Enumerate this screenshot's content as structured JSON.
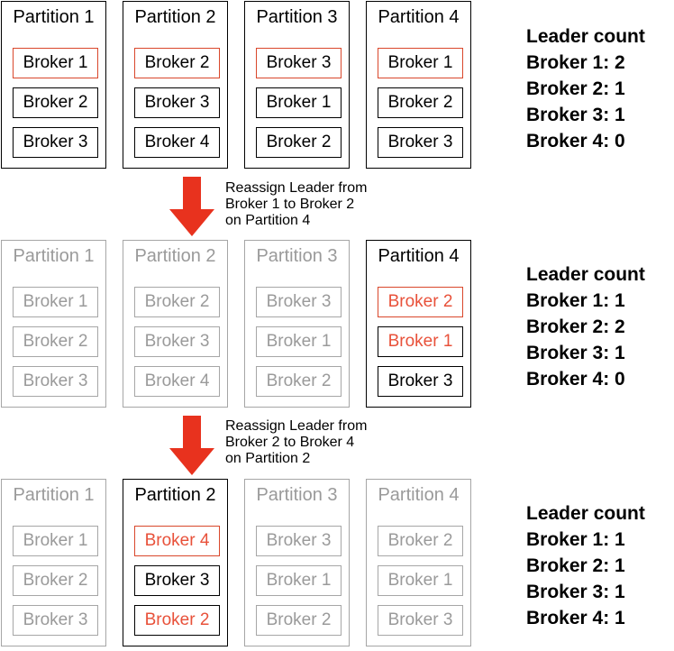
{
  "stages": [
    {
      "partitions": [
        {
          "title": "Partition 1",
          "brokers": [
            "Broker 1",
            "Broker 2",
            "Broker 3"
          ]
        },
        {
          "title": "Partition 2",
          "brokers": [
            "Broker 2",
            "Broker 3",
            "Broker 4"
          ]
        },
        {
          "title": "Partition 3",
          "brokers": [
            "Broker 3",
            "Broker 1",
            "Broker 2"
          ]
        },
        {
          "title": "Partition 4",
          "brokers": [
            "Broker 1",
            "Broker 2",
            "Broker 3"
          ]
        }
      ],
      "leader_count": {
        "heading": "Leader count",
        "lines": [
          "Broker 1: 2",
          "Broker 2: 1",
          "Broker 3: 1",
          "Broker 4: 0"
        ]
      }
    },
    {
      "partitions": [
        {
          "title": "Partition 1",
          "brokers": [
            "Broker 1",
            "Broker 2",
            "Broker 3"
          ]
        },
        {
          "title": "Partition 2",
          "brokers": [
            "Broker 2",
            "Broker 3",
            "Broker 4"
          ]
        },
        {
          "title": "Partition 3",
          "brokers": [
            "Broker 3",
            "Broker 1",
            "Broker 2"
          ]
        },
        {
          "title": "Partition 4",
          "brokers": [
            "Broker 2",
            "Broker 1",
            "Broker 3"
          ]
        }
      ],
      "leader_count": {
        "heading": "Leader count",
        "lines": [
          "Broker 1: 1",
          "Broker 2: 2",
          "Broker 3: 1",
          "Broker 4: 0"
        ]
      }
    },
    {
      "partitions": [
        {
          "title": "Partition 1",
          "brokers": [
            "Broker 1",
            "Broker 2",
            "Broker 3"
          ]
        },
        {
          "title": "Partition 2",
          "brokers": [
            "Broker 4",
            "Broker 3",
            "Broker 2"
          ]
        },
        {
          "title": "Partition 3",
          "brokers": [
            "Broker 3",
            "Broker 1",
            "Broker 2"
          ]
        },
        {
          "title": "Partition 4",
          "brokers": [
            "Broker 2",
            "Broker 1",
            "Broker 3"
          ]
        }
      ],
      "leader_count": {
        "heading": "Leader count",
        "lines": [
          "Broker 1: 1",
          "Broker 2: 1",
          "Broker 3: 1",
          "Broker 4: 1"
        ]
      }
    }
  ],
  "transitions": [
    {
      "lines": [
        "Reassign Leader from",
        "Broker 1 to Broker 2",
        "on Partition 4"
      ]
    },
    {
      "lines": [
        "Reassign Leader from",
        "Broker 2 to Broker 4",
        "on Partition 2"
      ]
    }
  ],
  "colors": {
    "highlight": "#e8513a",
    "leader_border": "#d9472b",
    "arrow": "#e8321e",
    "dimmed": "#9a9a9a"
  }
}
